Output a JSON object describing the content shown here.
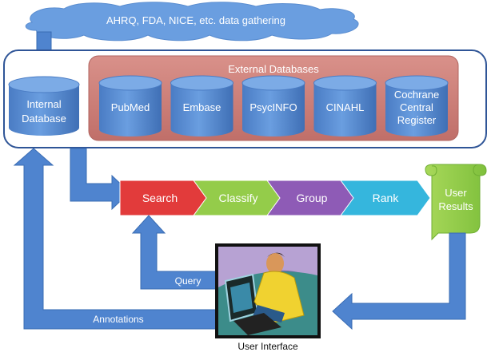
{
  "cloud": {
    "label": "AHRQ, FDA, NICE, etc. data gathering"
  },
  "internal_database": {
    "line1": "Internal",
    "line2": "Database"
  },
  "external_databases": {
    "title": "External Databases",
    "items": [
      {
        "lines": [
          "PubMed"
        ]
      },
      {
        "lines": [
          "Embase"
        ]
      },
      {
        "lines": [
          "PsycINFO"
        ]
      },
      {
        "lines": [
          "CINAHL"
        ]
      },
      {
        "lines": [
          "Cochrane",
          "Central",
          "Register"
        ]
      }
    ]
  },
  "pipeline": {
    "steps": [
      "Search",
      "Classify",
      "Group",
      "Rank"
    ],
    "colors": [
      "#e23b3b",
      "#94cc4a",
      "#8e5bb6",
      "#35b6dd"
    ]
  },
  "user_results": {
    "line1": "User",
    "line2": "Results"
  },
  "arrows": {
    "query": "Query",
    "annotations": "Annotations"
  },
  "user_interface": {
    "caption": "User Interface"
  },
  "colors": {
    "blue": "#4f84cf",
    "cloud": "#6a9ee0",
    "external_box": "#c87a75",
    "outline": "#2f5597"
  }
}
